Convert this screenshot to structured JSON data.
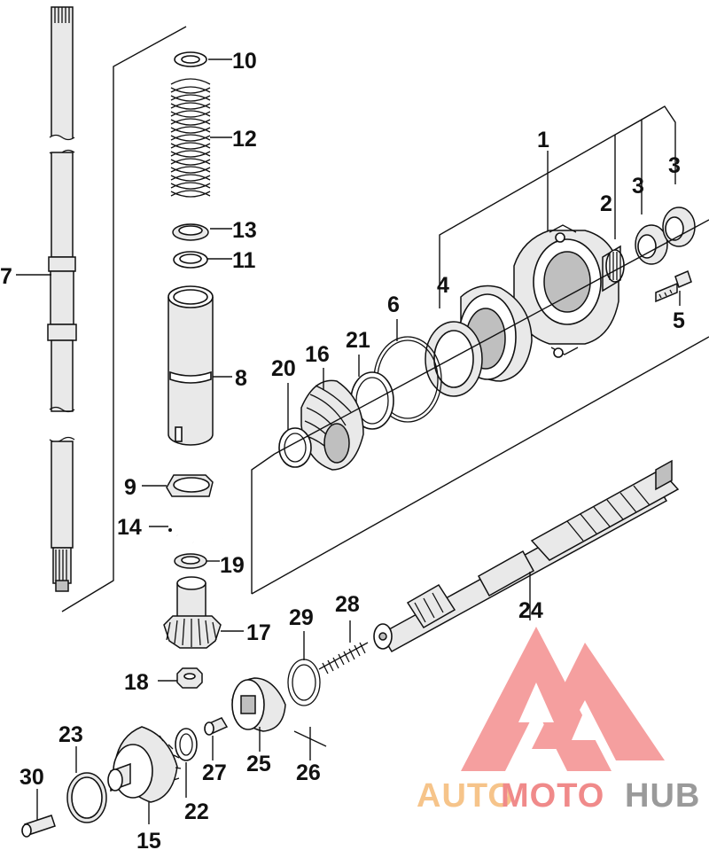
{
  "callouts": {
    "c1": "1",
    "c2": "2",
    "c3a": "3",
    "c3b": "3",
    "c4": "4",
    "c5": "5",
    "c6": "6",
    "c7": "7",
    "c8": "8",
    "c9": "9",
    "c10": "10",
    "c11": "11",
    "c12": "12",
    "c13": "13",
    "c14": "14",
    "c15": "15",
    "c16": "16",
    "c17": "17",
    "c18": "18",
    "c19": "19",
    "c20": "20",
    "c21": "21",
    "c22": "22",
    "c23": "23",
    "c24": "24",
    "c25": "25",
    "c26": "26",
    "c27": "27",
    "c28": "28",
    "c29": "29",
    "c30": "30"
  },
  "watermark": {
    "part1": "AUTO",
    "part2": "MOTO",
    "part3": "HUB",
    "color1": "#f6c48a",
    "color2": "#f08a8a",
    "color3": "#9a9a9a",
    "logo_color": "#f28080"
  }
}
